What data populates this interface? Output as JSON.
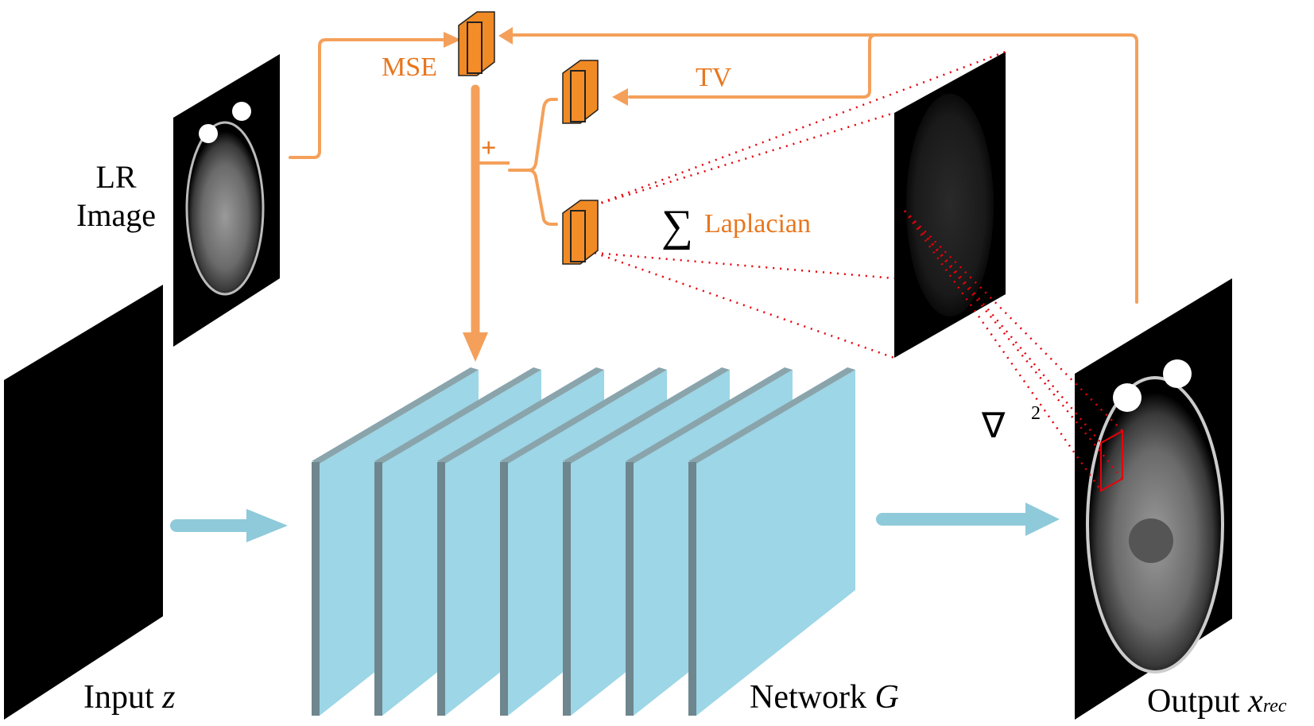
{
  "labels": {
    "lr_image_line1": "LR",
    "lr_image_line2": "Image",
    "input": "Input ",
    "input_var": "z",
    "network": "Network ",
    "network_var": "G",
    "output": "Output ",
    "output_var": "x",
    "output_sub": "rec",
    "mse": "MSE",
    "tv": "TV",
    "laplacian": "Laplacian",
    "sum_symbol": "∑",
    "plus": "+",
    "nabla": "∇",
    "nabla_exp": "2"
  },
  "network": {
    "layer_count": 7
  },
  "colors": {
    "orange": "#f4a05a",
    "orange_dark": "#f08020",
    "orange_text": "#e8761e",
    "layer_face": "#9dd6e6",
    "layer_edge": "#6e868e",
    "arrow_blue": "#8fcada",
    "red_dotted": "#e8000a",
    "black": "#000000"
  }
}
